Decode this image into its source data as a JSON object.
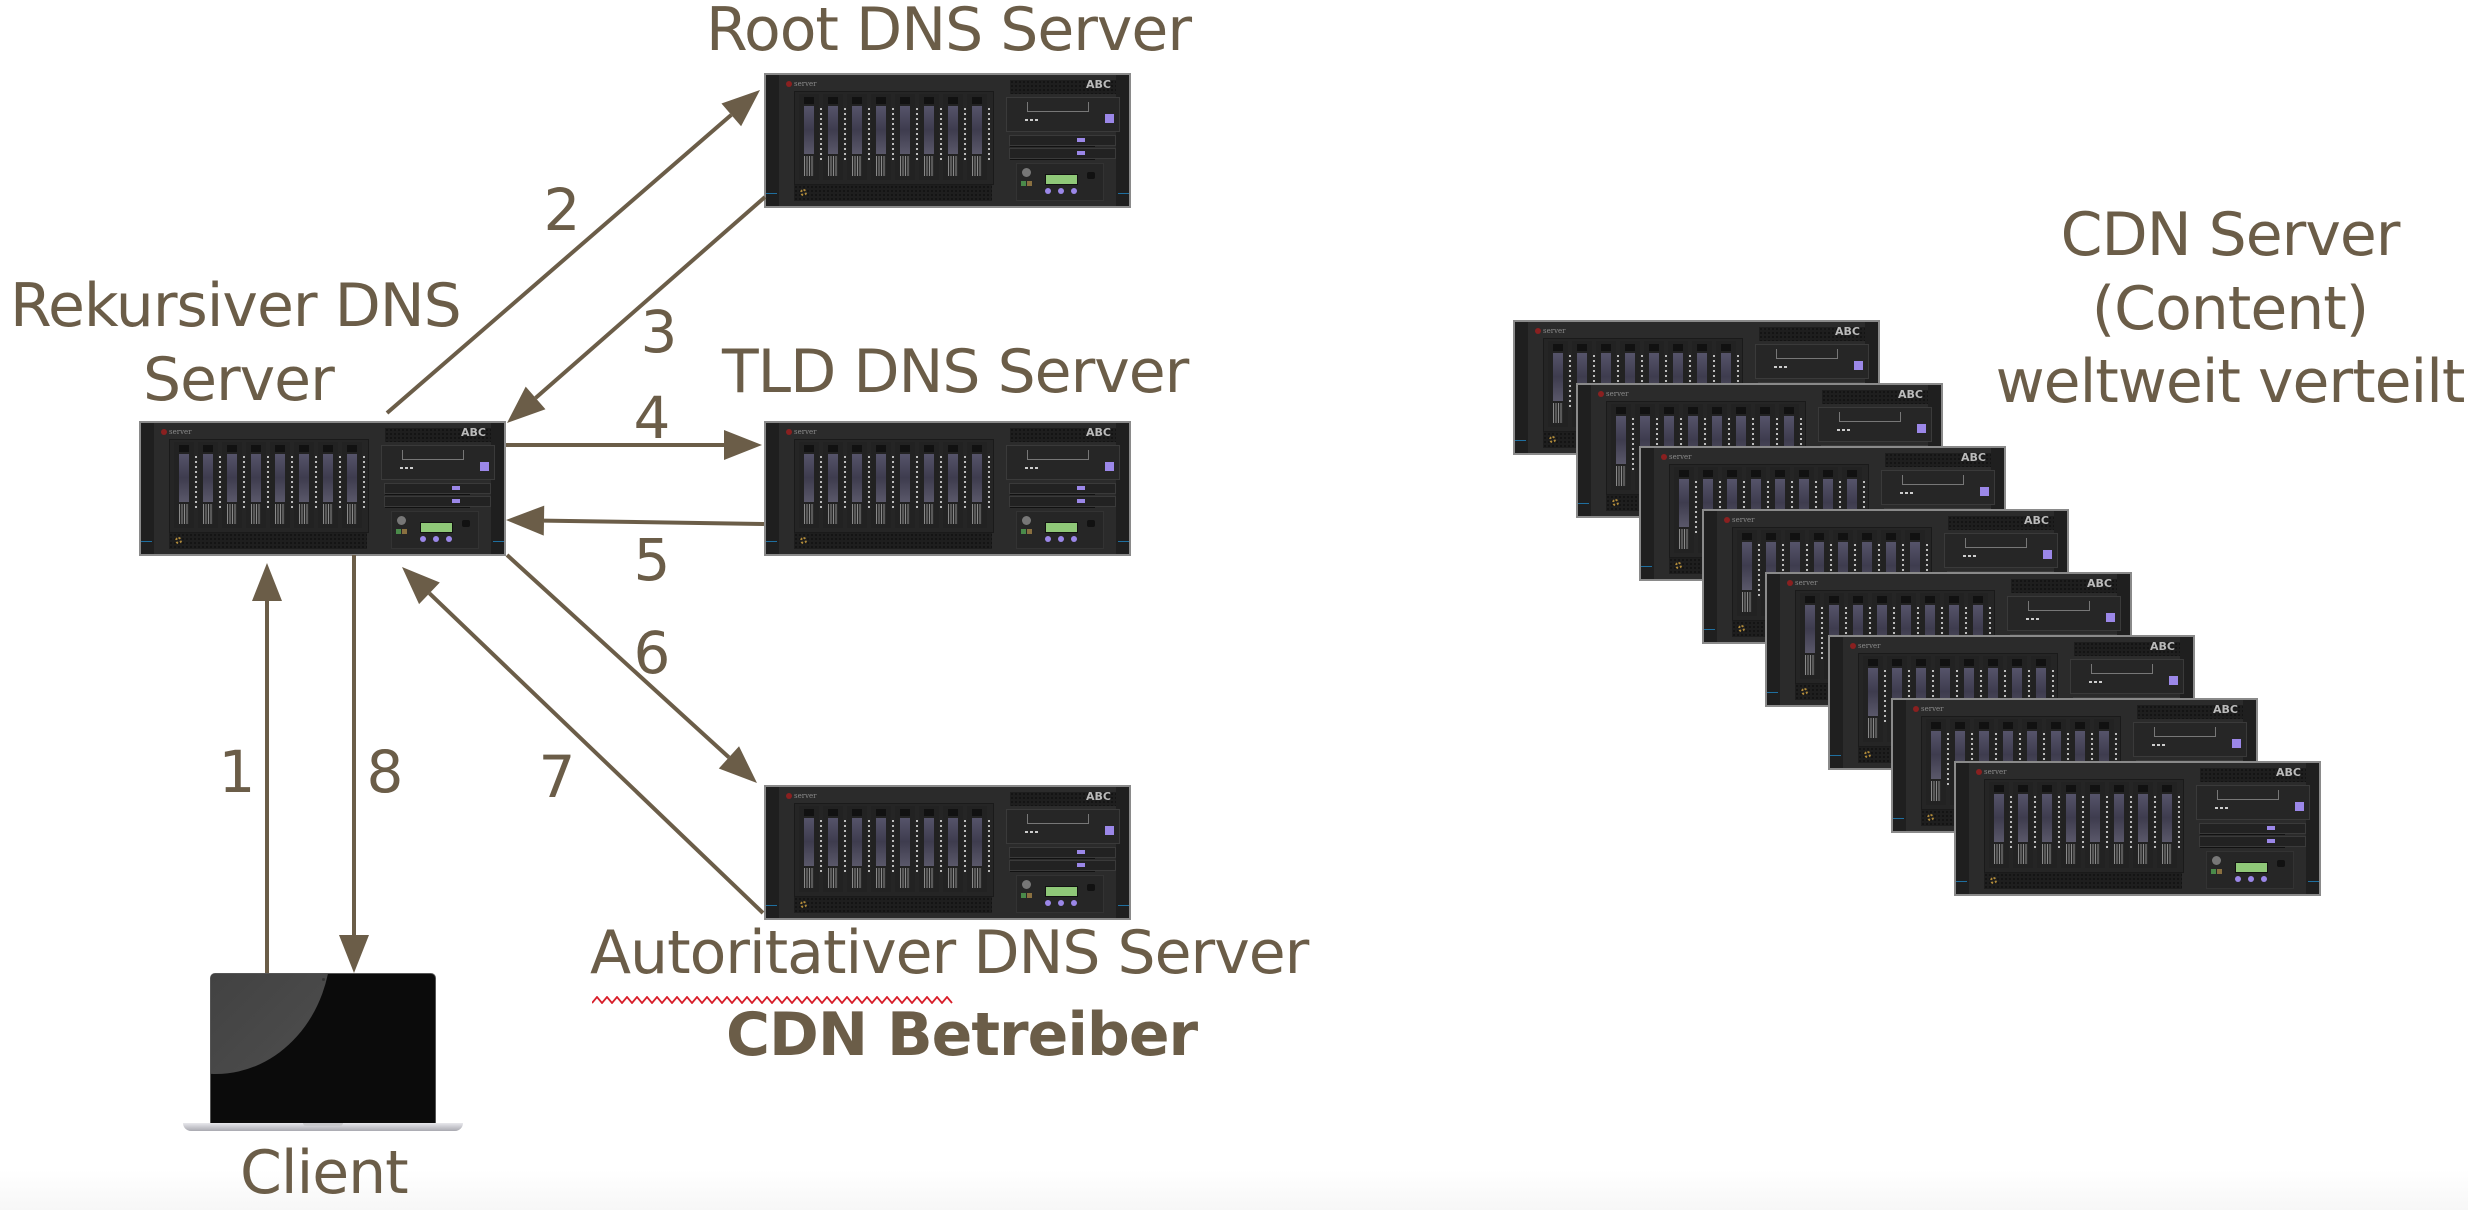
{
  "colors": {
    "text": "#6b5d48",
    "arrow": "#6b5d48",
    "spellcheck_underline": "#d81e2a",
    "server_body": "#2b2b2b",
    "server_accent": "#9b87e8"
  },
  "labels": {
    "root": "Root DNS Server",
    "recursive_line1": "Rekursiver DNS",
    "recursive_line2": "Server",
    "tld": "TLD DNS Server",
    "authoritative": "Autoritativer DNS Server",
    "authoritative_misspelled_word": "Autoritativer",
    "cdn_operator": "CDN Betreiber",
    "client": "Client",
    "cdn_line1": "CDN Server",
    "cdn_line2": "(Content)",
    "cdn_line3": "weltweit verteilt"
  },
  "server_front": {
    "brand": "server",
    "badge": "ABC",
    "drive_bays": 8
  },
  "nodes": [
    {
      "id": "client",
      "type": "laptop",
      "label": "Client"
    },
    {
      "id": "recursive",
      "type": "server",
      "label": "Rekursiver DNS Server"
    },
    {
      "id": "root",
      "type": "server",
      "label": "Root DNS Server"
    },
    {
      "id": "tld",
      "type": "server",
      "label": "TLD DNS Server"
    },
    {
      "id": "authoritative",
      "type": "server",
      "label": "Autoritativer DNS Server",
      "sublabel": "CDN Betreiber"
    },
    {
      "id": "cdn",
      "type": "server-stack",
      "count": 8,
      "label": "CDN Server (Content) weltweit verteilt"
    }
  ],
  "steps": [
    {
      "n": "1",
      "from": "client",
      "to": "recursive"
    },
    {
      "n": "2",
      "from": "recursive",
      "to": "root"
    },
    {
      "n": "3",
      "from": "root",
      "to": "recursive"
    },
    {
      "n": "4",
      "from": "recursive",
      "to": "tld"
    },
    {
      "n": "5",
      "from": "tld",
      "to": "recursive"
    },
    {
      "n": "6",
      "from": "recursive",
      "to": "authoritative"
    },
    {
      "n": "7",
      "from": "authoritative",
      "to": "recursive"
    },
    {
      "n": "8",
      "from": "recursive",
      "to": "client"
    }
  ],
  "cdn_stack_count": 8
}
